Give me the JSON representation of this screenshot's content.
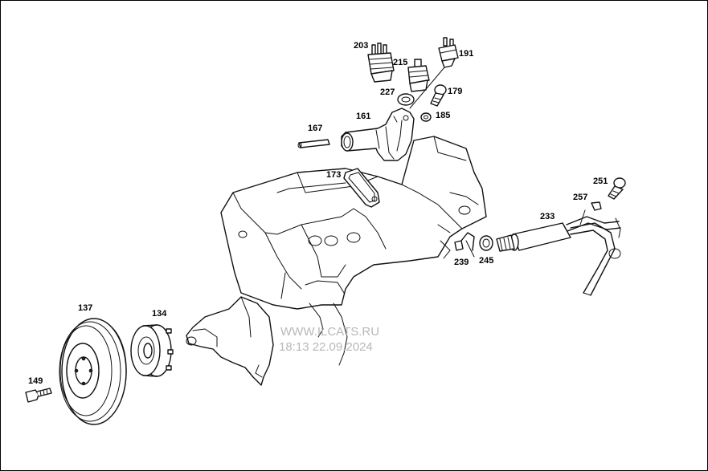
{
  "parts": {
    "p203": "203",
    "p215": "215",
    "p191": "191",
    "p227": "227",
    "p179": "179",
    "p185": "185",
    "p161": "161",
    "p167": "167",
    "p173": "173",
    "p251": "251",
    "p257": "257",
    "p233": "233",
    "p239": "239",
    "p245": "245",
    "p137": "137",
    "p134": "134",
    "p149": "149"
  },
  "watermark": {
    "site": "WWW.ILCATS.RU",
    "timestamp": "18:13 22.09.2024"
  }
}
